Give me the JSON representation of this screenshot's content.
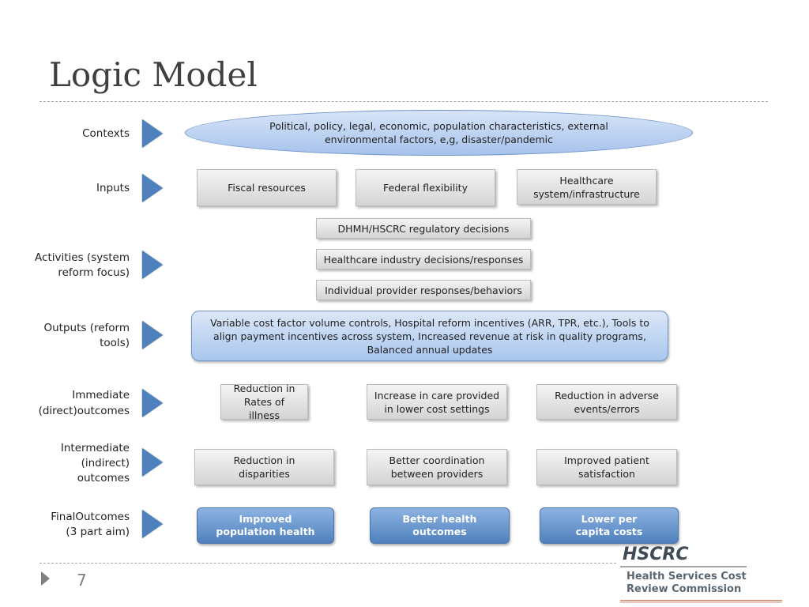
{
  "title": "Logic Model",
  "rows": {
    "contexts": {
      "label": "Contexts",
      "ellipse": "Political, policy, legal, economic, population characteristics, external environmental factors, e,g, disaster/pandemic"
    },
    "inputs": {
      "label": "Inputs",
      "boxes": [
        "Fiscal resources",
        "Federal flexibility",
        "Healthcare system/infrastructure"
      ]
    },
    "activities": {
      "label1": "Activities (system",
      "label2": "reform focus)",
      "boxes": [
        "DHMH/HSCRC regulatory decisions",
        "Healthcare industry decisions/responses",
        "Individual provider responses/behaviors"
      ]
    },
    "outputs": {
      "label1": "Outputs (reform",
      "label2": "tools)",
      "box": "Variable cost factor volume controls, Hospital reform incentives (ARR, TPR, etc.), Tools to align payment incentives across system, Increased revenue at risk in quality programs, Balanced annual updates"
    },
    "immediate": {
      "label1": "Immediate",
      "label2": "(direct)outcomes",
      "boxes": [
        "Reduction in Rates of illness",
        "Increase in care provided in lower cost settings",
        "Reduction in adverse events/errors"
      ]
    },
    "intermediate": {
      "label1": "Intermediate",
      "label2": "(indirect)",
      "label3": "outcomes",
      "boxes": [
        "Reduction in disparities",
        "Better coordination between providers",
        "Improved patient satisfaction"
      ]
    },
    "final": {
      "label1": "FinalOutcomes",
      "label2": "(3 part aim)",
      "boxes": [
        "Improved population health",
        "Better health outcomes",
        "Lower per capita costs"
      ]
    }
  },
  "footer": {
    "page": "7",
    "logo_abbr": "HSCRC",
    "logo_line1": "Health Services Cost",
    "logo_line2": "Review Commission"
  }
}
